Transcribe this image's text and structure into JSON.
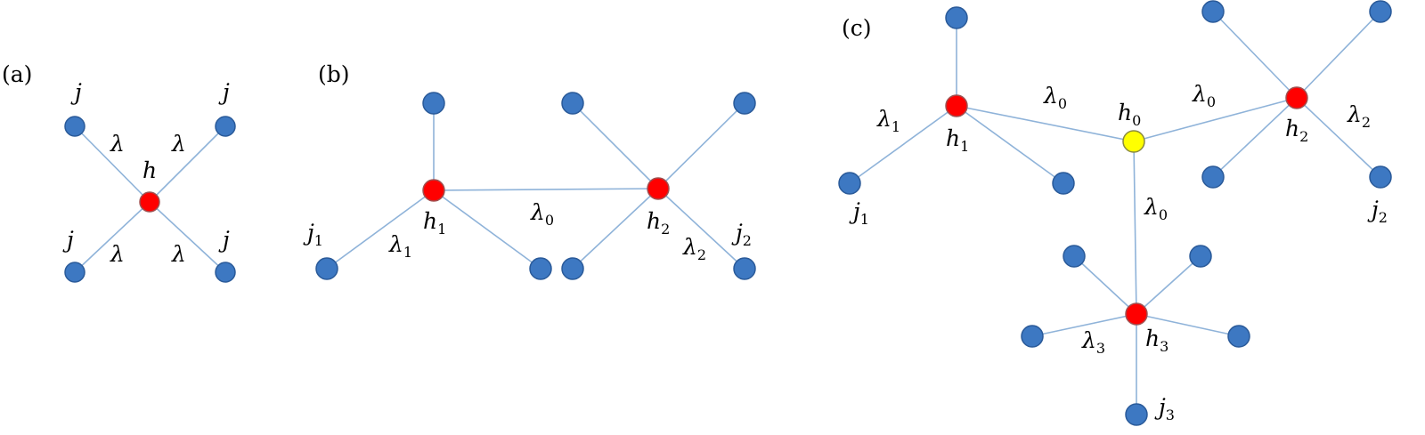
{
  "panels": {
    "a": {
      "label": "(a)",
      "j": "j",
      "h": "h",
      "lambda": "λ"
    },
    "b": {
      "label": "(b)",
      "h": "h",
      "j": "j",
      "lambda": "λ",
      "sub_0": "0",
      "sub_1": "1",
      "sub_2": "2"
    },
    "c": {
      "label": "(c)",
      "h": "h",
      "j": "j",
      "lambda": "λ",
      "sub_0": "0",
      "sub_1": "1",
      "sub_2": "2",
      "sub_3": "3"
    }
  },
  "colors": {
    "leaf_node": "#3d78c2",
    "hub_node": "#ff0000",
    "center_node": "#ffff00",
    "edge": "#8fb3d9"
  }
}
